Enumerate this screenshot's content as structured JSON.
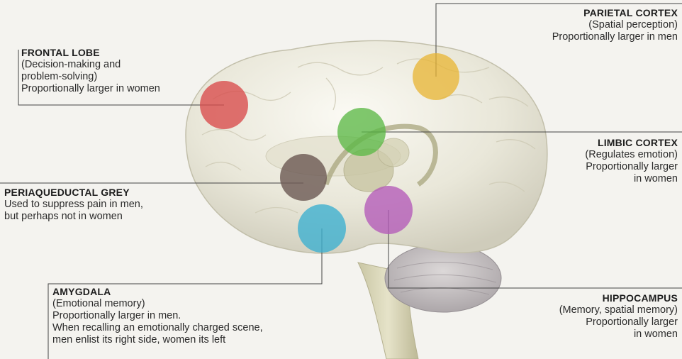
{
  "regions": {
    "frontal_lobe": {
      "title": "FRONTAL LOBE",
      "lines": [
        "(Decision-making and",
        "problem-solving)",
        "Proportionally larger in women"
      ],
      "color": "#d94a4a"
    },
    "parietal_cortex": {
      "title": "PARIETAL CORTEX",
      "lines": [
        "(Spatial perception)",
        "Proportionally larger in men"
      ],
      "color": "#e8b431"
    },
    "limbic_cortex": {
      "title": "LIMBIC CORTEX",
      "lines": [
        "(Regulates emotion)",
        "Proportionally larger",
        "in women"
      ],
      "color": "#5cb846"
    },
    "periaqueductal_grey": {
      "title": "PERIAQUEDUCTAL GREY",
      "lines": [
        "Used to suppress pain in men,",
        "but perhaps not in women"
      ],
      "color": "#6e5b55"
    },
    "amygdala": {
      "title": "AMYGDALA",
      "lines": [
        "(Emotional memory)",
        "Proportionally larger in men.",
        "When recalling an emotionally charged scene,",
        "men enlist its right side, women its left"
      ],
      "color": "#3fb0cf"
    },
    "hippocampus": {
      "title": "HIPPOCAMPUS",
      "lines": [
        "(Memory, spatial memory)",
        "Proportionally larger",
        "in women"
      ],
      "color": "#b35ab8"
    }
  }
}
